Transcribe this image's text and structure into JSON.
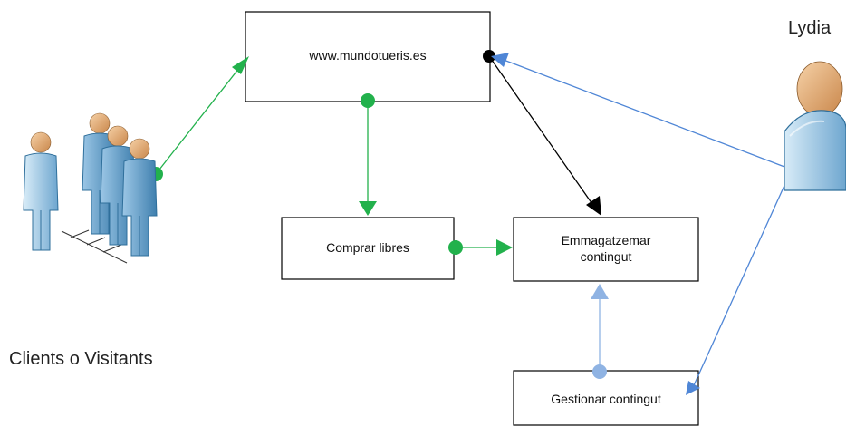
{
  "nodes": {
    "website": "www.mundotueris.es",
    "buy": "Comprar libres",
    "store_line1": "Emmagatzemar",
    "store_line2": "contingut",
    "manage": "Gestionar contingut"
  },
  "actors": {
    "clients": "Clients o Visitants",
    "admin": "Lydia"
  },
  "colors": {
    "green": "#22b14c",
    "blue": "#4f86d6",
    "black": "#000000"
  }
}
